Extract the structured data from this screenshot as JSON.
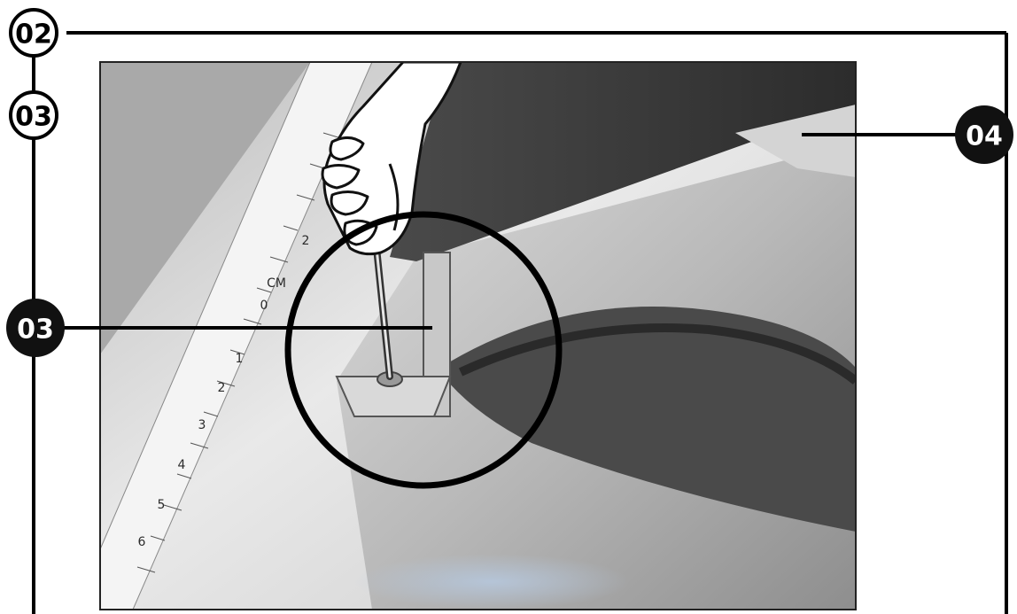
{
  "labels": {
    "step_02": "02",
    "step_03_top": "03",
    "step_03_callout": "03",
    "step_04_callout": "04"
  },
  "ruler": {
    "numbers": [
      "2",
      "0",
      "1",
      "2",
      "3",
      "4",
      "5",
      "6"
    ],
    "unit": "CM"
  },
  "colors": {
    "frame_line": "#000000",
    "badge_dark": "#111111",
    "badge_light": "#ffffff",
    "photo_dark": "#3a3a3a",
    "photo_light": "#e8e8e8"
  }
}
